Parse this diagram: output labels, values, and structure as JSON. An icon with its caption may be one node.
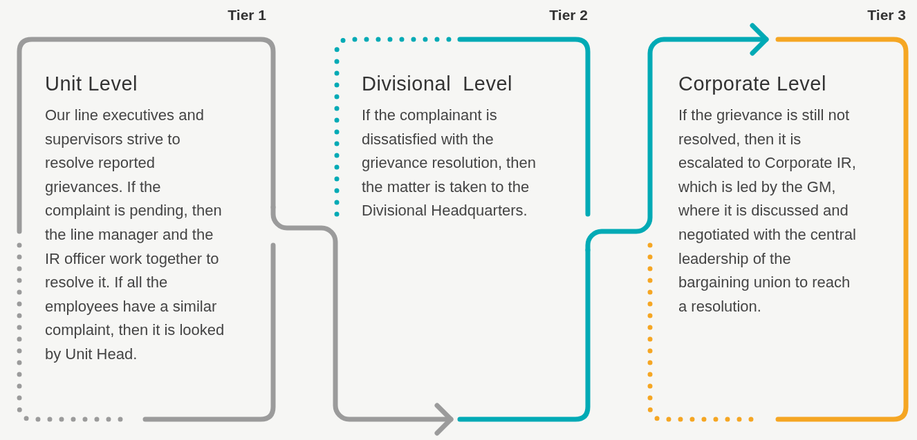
{
  "diagram": {
    "nodes": [
      {
        "text": [
          "Unit Level",
          "Our line executives and supervisors strive to resolve reported grievances. If the complaint is pending, then the line manager and the IR officer work together to resolve it. If all the employees have a similar complaint, then it is looked by Unit Head."
        ],
        "beside": [
          "Tier 1"
        ]
      },
      {
        "text": [
          "Divisional  Level",
          "If the complainant is dissatisfied with the grievance resolution, then the matter is taken to the Divisional Headquarters."
        ],
        "beside": [
          "Tier 2"
        ]
      },
      {
        "text": [
          "Corporate Level",
          "If the grievance is still not resolved, then it is escalated to Corporate IR, which is led by the GM, where it is discussed and negotiated with the central leadership of the bargaining union to reach a resolution."
        ],
        "beside": [
          "Tier 3"
        ]
      }
    ],
    "edges": [
      {
        "from": 0,
        "to": 1,
        "arrow": "to",
        "color": "#9b9b9b"
      },
      {
        "from": 1,
        "to": 2,
        "arrow": "to",
        "color": "#00aab5"
      }
    ]
  }
}
